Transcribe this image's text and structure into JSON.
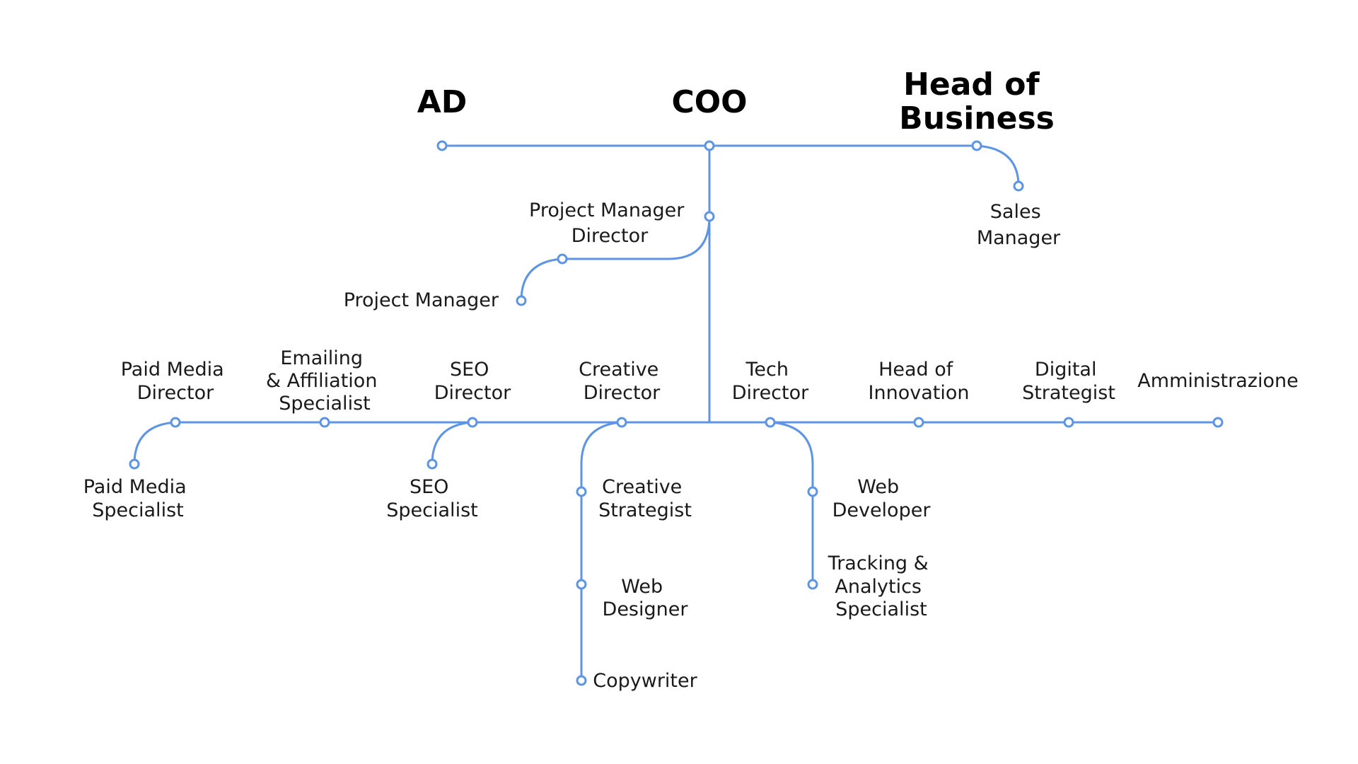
{
  "colors": {
    "line": "#5d94e4",
    "node_fill": "#ffffff",
    "text": "#1a1a1a"
  },
  "executives": [
    {
      "id": "ad",
      "name": "AD"
    },
    {
      "id": "coo",
      "name": "COO"
    },
    {
      "id": "head_business",
      "name": "Head of Business",
      "lines": [
        "Head of",
        "Business"
      ]
    }
  ],
  "roles": {
    "sales_manager": {
      "name": "Sales Manager",
      "lines": [
        "Sales",
        "Manager"
      ]
    },
    "pm_director": {
      "name": "Project Manager Director",
      "lines": [
        "Project Manager",
        "Director"
      ]
    },
    "project_manager": {
      "name": "Project Manager",
      "lines": [
        "Project Manager"
      ]
    },
    "paid_media_director": {
      "name": "Paid Media Director",
      "lines": [
        "Paid Media",
        "Director"
      ]
    },
    "emailing_affiliation": {
      "name": "Emailing & Affiliation Specialist",
      "lines": [
        "Emailing",
        "& Affiliation",
        "Specialist"
      ]
    },
    "seo_director": {
      "name": "SEO Director",
      "lines": [
        "SEO",
        "Director"
      ]
    },
    "creative_director": {
      "name": "Creative Director",
      "lines": [
        "Creative",
        "Director"
      ]
    },
    "tech_director": {
      "name": "Tech Director",
      "lines": [
        "Tech",
        "Director"
      ]
    },
    "head_innovation": {
      "name": "Head of Innovation",
      "lines": [
        "Head of",
        "Innovation"
      ]
    },
    "digital_strategist": {
      "name": "Digital Strategist",
      "lines": [
        "Digital",
        "Strategist"
      ]
    },
    "amministrazione": {
      "name": "Amministrazione",
      "lines": [
        "Amministrazione"
      ]
    },
    "paid_media_specialist": {
      "name": "Paid Media Specialist",
      "lines": [
        "Paid Media",
        "Specialist"
      ]
    },
    "seo_specialist": {
      "name": "SEO Specialist",
      "lines": [
        "SEO",
        "Specialist"
      ]
    },
    "creative_strategist": {
      "name": "Creative Strategist",
      "lines": [
        "Creative",
        "Strategist"
      ]
    },
    "web_designer": {
      "name": "Web Designer",
      "lines": [
        "Web",
        "Designer"
      ]
    },
    "copywriter": {
      "name": "Copywriter",
      "lines": [
        "Copywriter"
      ]
    },
    "web_developer": {
      "name": "Web Developer",
      "lines": [
        "Web",
        "Developer"
      ]
    },
    "tracking_analytics": {
      "name": "Tracking & Analytics Specialist",
      "lines": [
        "Tracking &",
        "Analytics",
        "Specialist"
      ]
    }
  },
  "hierarchy": [
    {
      "from": "coo",
      "to": "ad"
    },
    {
      "from": "coo",
      "to": "head_business"
    },
    {
      "from": "head_business",
      "to": "sales_manager"
    },
    {
      "from": "coo",
      "to": "pm_director"
    },
    {
      "from": "pm_director",
      "to": "project_manager"
    },
    {
      "from": "coo",
      "to": "paid_media_director"
    },
    {
      "from": "coo",
      "to": "emailing_affiliation"
    },
    {
      "from": "coo",
      "to": "seo_director"
    },
    {
      "from": "coo",
      "to": "creative_director"
    },
    {
      "from": "coo",
      "to": "tech_director"
    },
    {
      "from": "coo",
      "to": "head_innovation"
    },
    {
      "from": "coo",
      "to": "digital_strategist"
    },
    {
      "from": "coo",
      "to": "amministrazione"
    },
    {
      "from": "paid_media_director",
      "to": "paid_media_specialist"
    },
    {
      "from": "seo_director",
      "to": "seo_specialist"
    },
    {
      "from": "creative_director",
      "to": "creative_strategist"
    },
    {
      "from": "creative_director",
      "to": "web_designer"
    },
    {
      "from": "creative_director",
      "to": "copywriter"
    },
    {
      "from": "tech_director",
      "to": "web_developer"
    },
    {
      "from": "tech_director",
      "to": "tracking_analytics"
    }
  ]
}
